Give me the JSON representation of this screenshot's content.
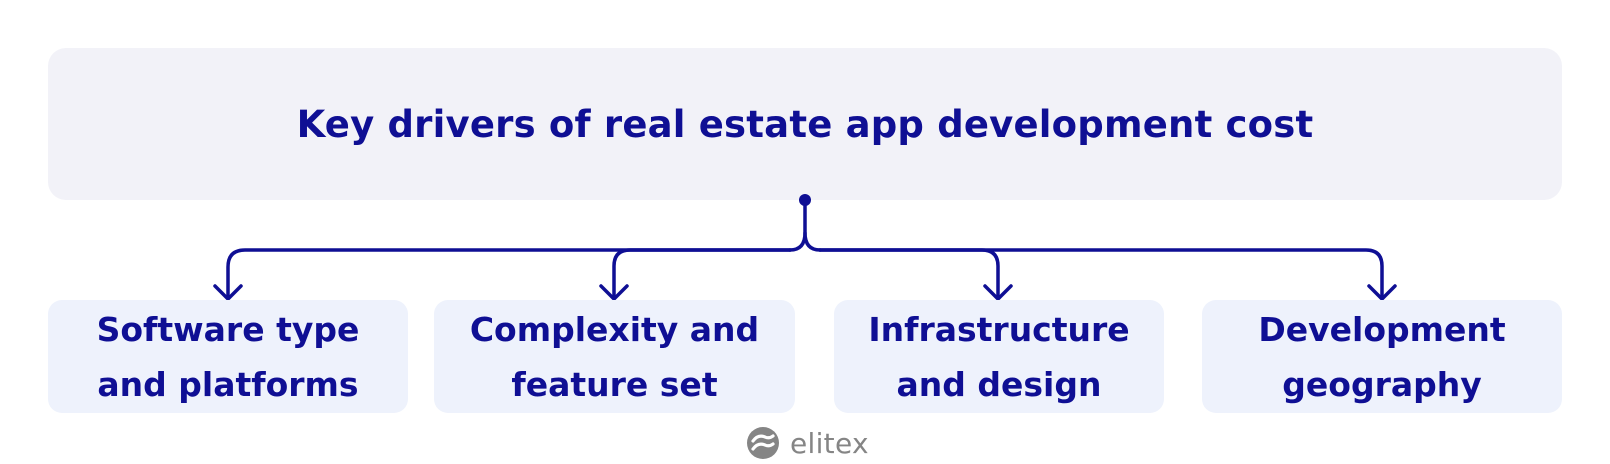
{
  "title": "Key drivers of real estate app development cost",
  "drivers": [
    {
      "line1": "Software type",
      "line2": "and platforms"
    },
    {
      "line1": "Complexity and",
      "line2": "feature set"
    },
    {
      "line1": "Infrastructure",
      "line2": "and design"
    },
    {
      "line1": "Development",
      "line2": "geography"
    }
  ],
  "logo": {
    "text": "elitex"
  },
  "colors": {
    "accent": "#0f0f94",
    "title_box_bg": "#f2f2f8",
    "card_bg": "#eef2fc",
    "logo_gray": "#858585"
  },
  "icons": [
    "elitex-logo-icon",
    "arrow-down-icon"
  ]
}
